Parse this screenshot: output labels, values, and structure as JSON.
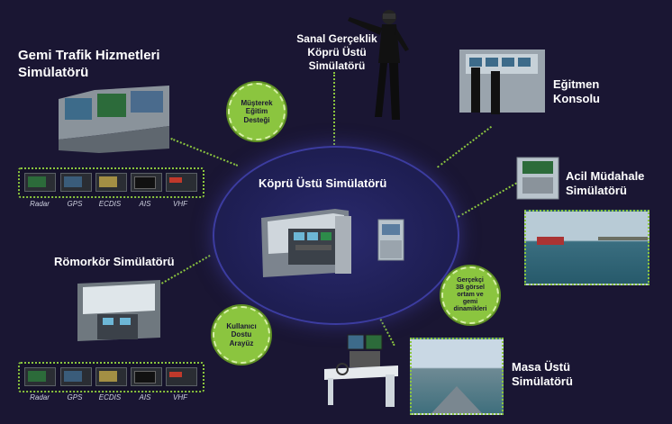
{
  "center": {
    "title": "Köprü Üstü Simülatörü"
  },
  "modules": {
    "gemi_trafik": {
      "line1": "Gemi Trafik Hizmetleri",
      "line2": "Simülatörü"
    },
    "sanal_gerceklik": {
      "line1": "Sanal Gerçeklik",
      "line2": "Köprü Üstü",
      "line3": "Simülatörü"
    },
    "egitmen": {
      "line1": "Eğitmen",
      "line2": "Konsolu"
    },
    "acil_mudahale": {
      "line1": "Acil Müdahale",
      "line2": "Simülatörü"
    },
    "romorkor": {
      "line1": "Römorkör Simülatörü"
    },
    "masa_ustu": {
      "line1": "Masa Üstü",
      "line2": "Simülatörü"
    }
  },
  "badges": {
    "musterek": {
      "line1": "Müşterek",
      "line2": "Eğitim",
      "line3": "Desteği"
    },
    "kullanici": {
      "line1": "Kullanıcı",
      "line2": "Dostu",
      "line3": "Arayüz"
    },
    "gercekci": {
      "line1": "Gerçekçi",
      "line2": "3B görsel",
      "line3": "ortam ve",
      "line4": "gemi",
      "line5": "dinamikleri"
    }
  },
  "device_panel_top": {
    "labels": [
      "Radar",
      "GPS",
      "ECDIS",
      "AIS",
      "VHF"
    ]
  },
  "device_panel_bottom": {
    "labels": [
      "Radar",
      "GPS",
      "ECDIS",
      "AIS",
      "VHF"
    ]
  },
  "colors": {
    "background": "#1a1633",
    "accent_green": "#8bc53f",
    "center_blue": "#2a2a6e"
  }
}
